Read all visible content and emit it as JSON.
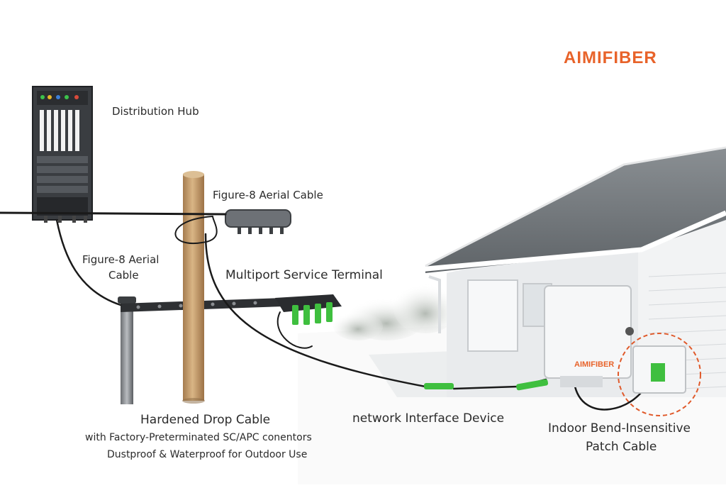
{
  "brand": {
    "logo_text": "AIMIFIBER",
    "device_logo_text": "AIMIFIBER",
    "accent_color": "#e8632a"
  },
  "labels": {
    "distribution_hub": "Distribution Hub",
    "figure8_top": "Figure-8 Aerial Cable",
    "figure8_left_line1": "Figure-8 Aerial",
    "figure8_left_line2": "Cable",
    "multiport_terminal": "Multiport Service Terminal",
    "drop_cable_title": "Hardened Drop Cable",
    "drop_cable_line2": "with Factory-Preterminated SC/APC conentors",
    "drop_cable_line3": "Dustproof & Waterproof for Outdoor Use",
    "nid": "network Interface Device",
    "patch_cable_line1": "Indoor Bend-Insensitive",
    "patch_cable_line2": "Patch Cable"
  },
  "colors": {
    "connector_green": "#3fbf3f",
    "cable_black": "#1a1a1a",
    "pole_wood": "#c9a273",
    "roof_gray": "#6f7478",
    "wall_gray": "#e6e8ea",
    "highlight_circle": "#e05a2b"
  }
}
